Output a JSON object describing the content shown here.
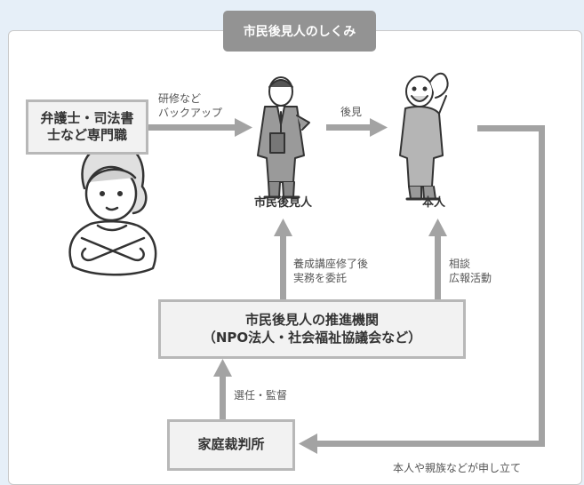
{
  "title": "市民後見人のしくみ",
  "nodes": {
    "experts": [
      "弁護士・司法書",
      "士など専門職"
    ],
    "citizen_guardian": "市民後見人",
    "principal": "本人",
    "promotion_org": [
      "市民後見人の推進機関",
      "（NPO法人・社会福祉協議会など）"
    ],
    "family_court": "家庭裁判所"
  },
  "edges": {
    "training": [
      "研修など",
      "バックアップ"
    ],
    "guardianship": "後見",
    "entrust": [
      "養成講座修了後",
      "実務を委託"
    ],
    "consult": [
      "相談",
      "広報活動"
    ],
    "appoint": "選任・監督",
    "petition": "本人や親族などが申し立て"
  },
  "colors": {
    "arrow": "#a3a3a3",
    "box_border": "#b8b8b8",
    "box_fill": "#f2f2f2",
    "title_bg": "#939393",
    "background": "#e6eff8"
  },
  "illustrations": [
    "woman-thinking-illustration",
    "businessman-illustration",
    "elderly-man-illustration"
  ]
}
